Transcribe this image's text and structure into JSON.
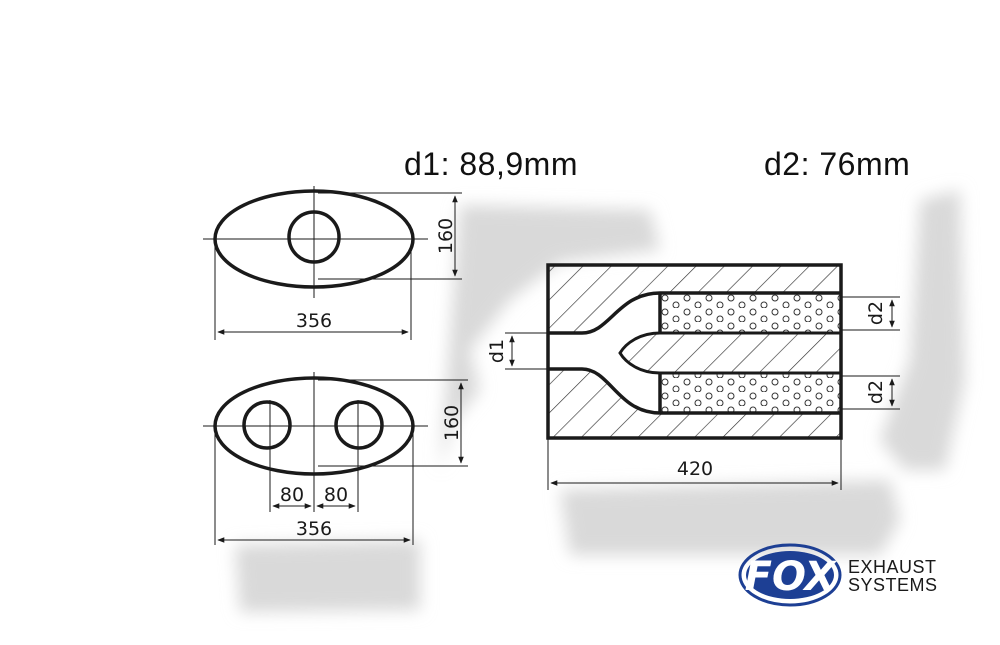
{
  "specs": {
    "d1": "d1: 88,9mm",
    "d2": "d2: 76mm"
  },
  "top_view": {
    "height_label": "160",
    "width_label": "356"
  },
  "bottom_view": {
    "height_label": "160",
    "spacing_left_label": "80",
    "spacing_right_label": "80",
    "width_label": "356"
  },
  "side_view": {
    "length_label": "420",
    "inlet_label": "d1",
    "outlet_top_label": "d2",
    "outlet_bottom_label": "d2"
  },
  "logo": {
    "mark": "FOX",
    "line1": "EXHAUST",
    "line2": "SYSTEMS"
  },
  "colors": {
    "line": "#1a1a1a",
    "shadow": "#d6d6d6",
    "logo_blue": "#1d3f94"
  }
}
